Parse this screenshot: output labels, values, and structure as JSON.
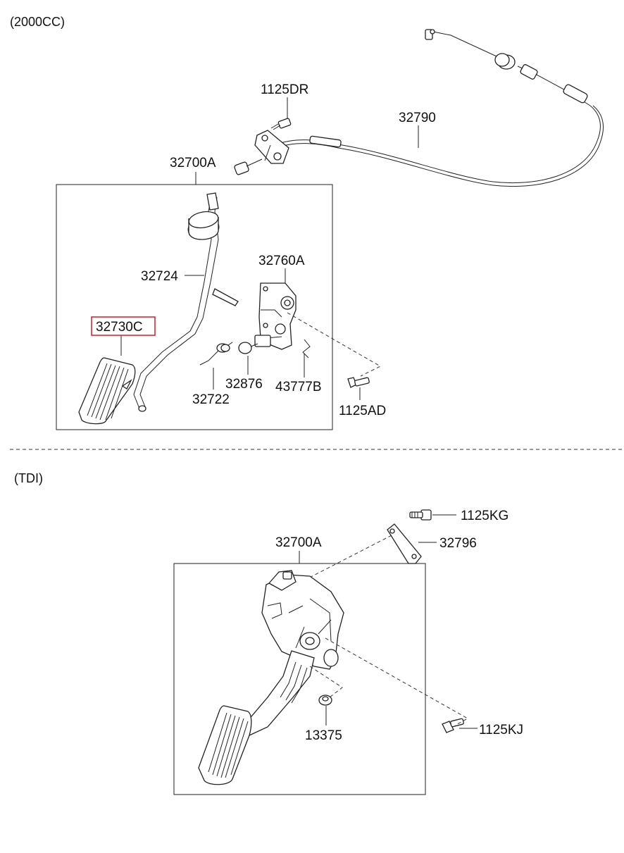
{
  "sections": [
    {
      "title": "(2000CC)"
    },
    {
      "title": "(TDI)"
    }
  ],
  "parts_2000cc": {
    "p1125DR": "1125DR",
    "p32790": "32790",
    "p32700A": "32700A",
    "p32724": "32724",
    "p32760A": "32760A",
    "p32730C": "32730C",
    "p32876": "32876",
    "p43777B": "43777B",
    "p32722": "32722",
    "p1125AD": "1125AD"
  },
  "parts_tdi": {
    "p1125KG": "1125KG",
    "p32796": "32796",
    "p32700A": "32700A",
    "p13375": "13375",
    "p1125KJ": "1125KJ"
  },
  "highlight": {
    "part": "32730C",
    "color": "#e3262b"
  }
}
